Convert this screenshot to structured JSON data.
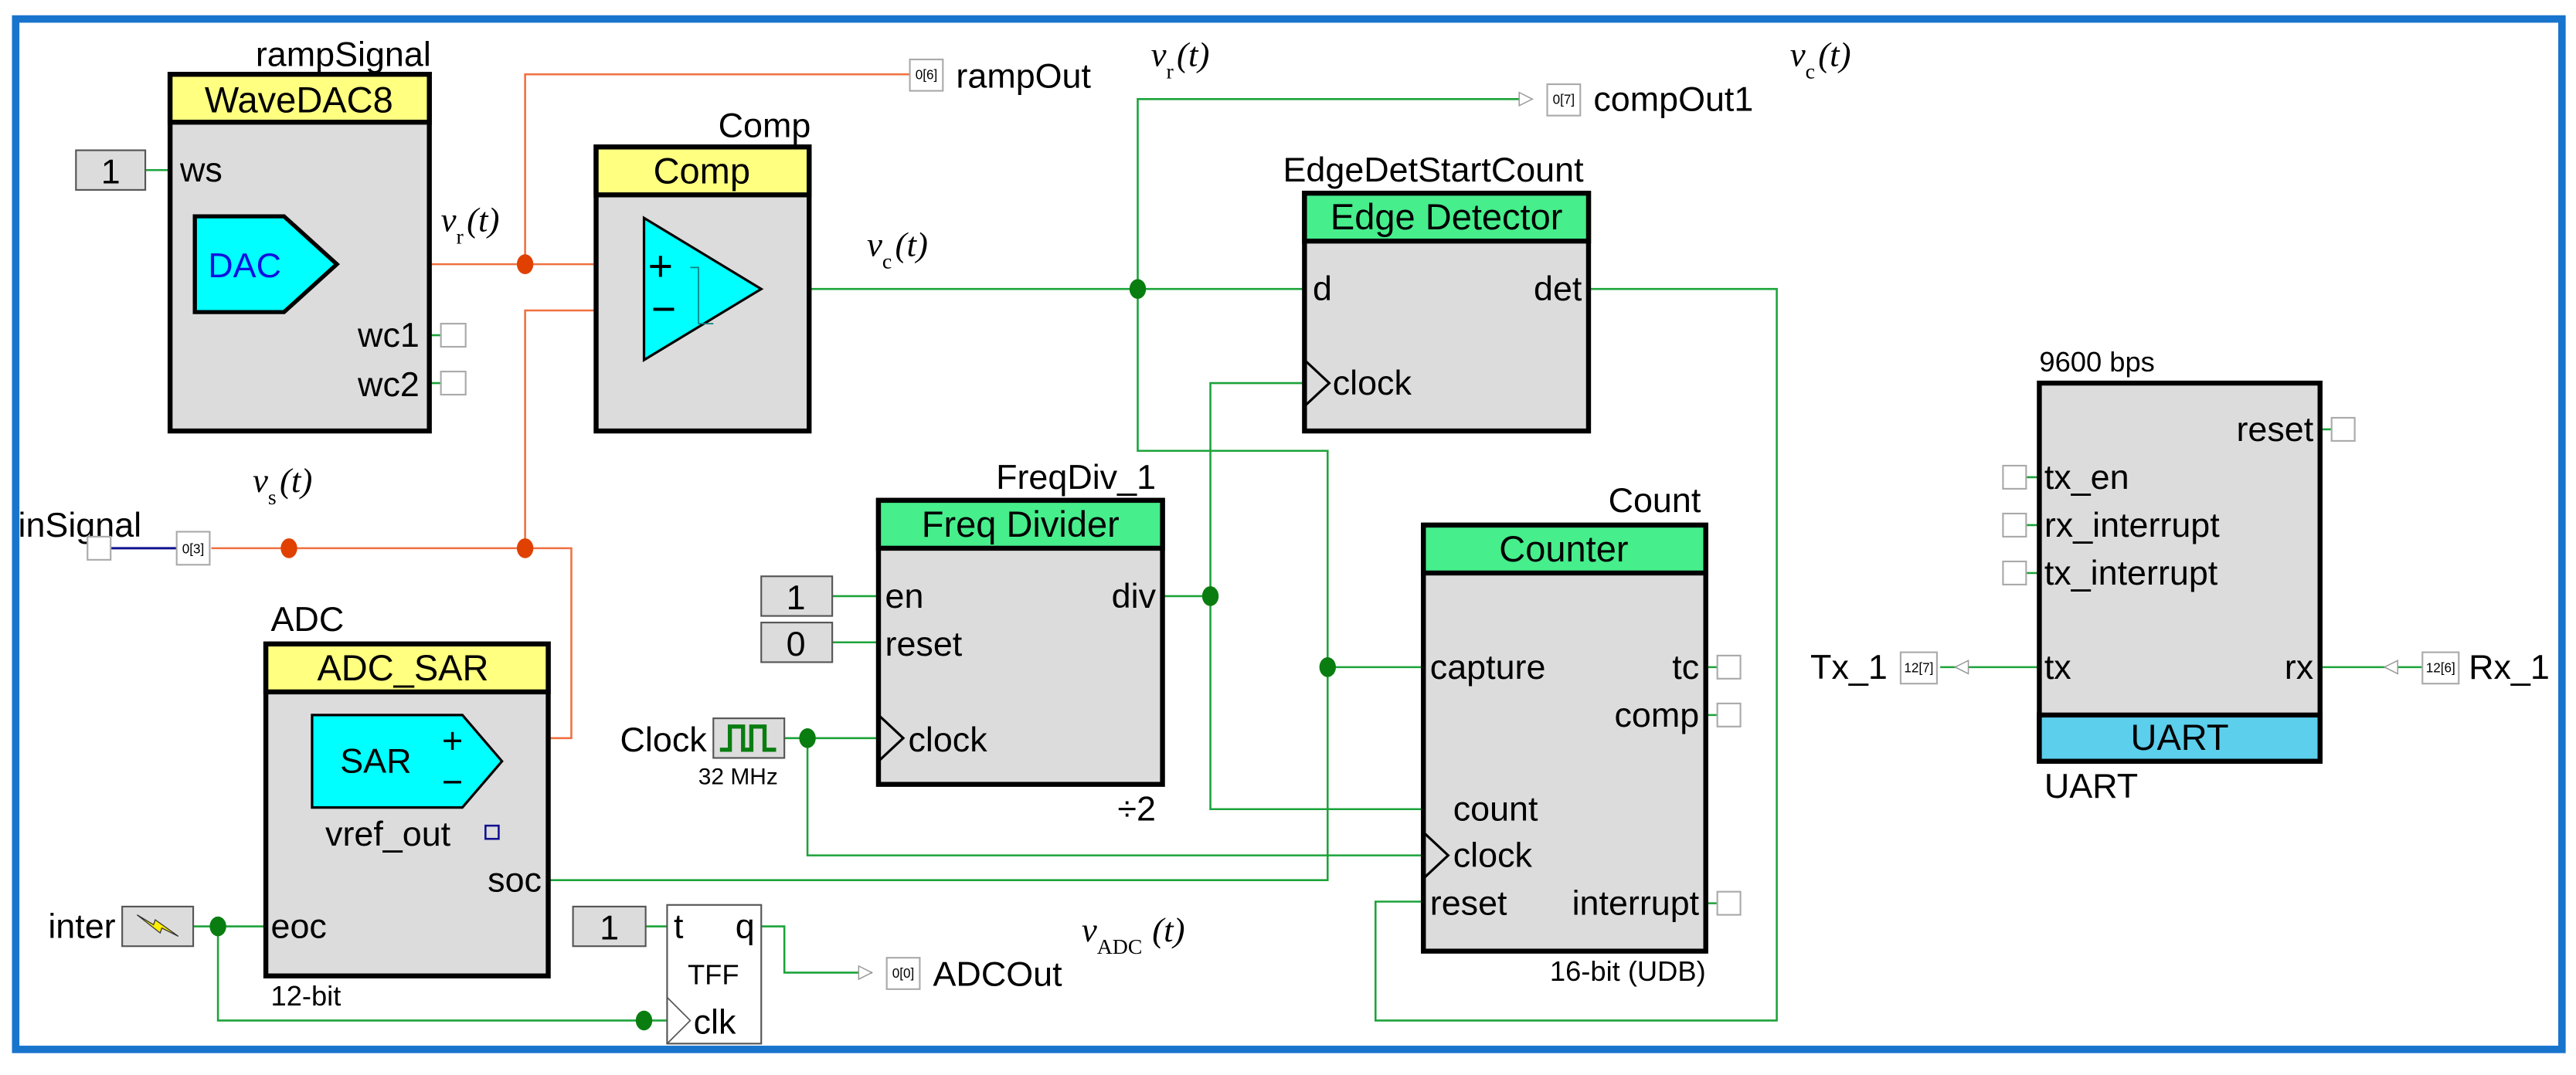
{
  "frame": {
    "border_color": "#1874cd"
  },
  "colors": {
    "wire_digital": "#1ca33a",
    "wire_analog": "#f07040",
    "wire_internal": "#101090",
    "analog_fill": "#00ffff",
    "header_analog": "#ffff80",
    "header_digital": "#46ee8c",
    "header_comm": "#5bcfec",
    "block_body": "#dcdcdc"
  },
  "wavedac": {
    "instance": "rampSignal",
    "type": "WaveDAC8",
    "core": "DAC",
    "pins": {
      "ws": "ws",
      "wc1": "wc1",
      "wc2": "wc2"
    },
    "ws_const": "1"
  },
  "comp": {
    "instance": "Comp",
    "type": "Comp",
    "plus": "+",
    "minus": "−"
  },
  "edge": {
    "instance": "EdgeDetStartCount",
    "type": "Edge Detector",
    "pins": {
      "d": "d",
      "det": "det",
      "clock": "clock"
    }
  },
  "freqdiv": {
    "instance": "FreqDiv_1",
    "type": "Freq Divider",
    "pins": {
      "en": "en",
      "reset": "reset",
      "div": "div",
      "clock": "clock"
    },
    "en_const": "1",
    "reset_const": "0",
    "footer": "÷2"
  },
  "counter": {
    "instance": "Count",
    "type": "Counter",
    "pins": {
      "capture": "capture",
      "tc": "tc",
      "comp": "comp",
      "count": "count",
      "clock": "clock",
      "reset": "reset",
      "interrupt": "interrupt"
    },
    "footer": "16-bit (UDB)"
  },
  "adc": {
    "instance": "ADC",
    "type": "ADC_SAR",
    "core": "SAR",
    "plus": "+",
    "minus": "−",
    "pins": {
      "vref_out": "vref_out",
      "soc": "soc",
      "eoc": "eoc"
    },
    "footer": "12-bit"
  },
  "uart": {
    "instance": "UART",
    "type": "UART",
    "header_label": "9600 bps",
    "pins": {
      "reset": "reset",
      "tx_en": "tx_en",
      "rx_interrupt": "rx_interrupt",
      "tx_interrupt": "tx_interrupt",
      "tx": "tx",
      "rx": "rx"
    }
  },
  "tff": {
    "type": "TFF",
    "pins": {
      "t": "t",
      "q": "q",
      "clk": "clk"
    },
    "t_const": "1"
  },
  "clock": {
    "name": "Clock",
    "freq": "32 MHz"
  },
  "isr": {
    "name": "inter"
  },
  "pins_io": {
    "rampOut": {
      "name": "rampOut",
      "port": "0[6]"
    },
    "compOut1": {
      "name": "compOut1",
      "port": "0[7]"
    },
    "inSignal": {
      "name": "inSignal",
      "port": "0[3]"
    },
    "ADCOut": {
      "name": "ADCOut",
      "port": "0[0]"
    },
    "Tx_1": {
      "name": "Tx_1",
      "port": "12[7]"
    },
    "Rx_1": {
      "name": "Rx_1",
      "port": "12[6]"
    }
  },
  "signals": {
    "vr_main": "v",
    "vr_sub": "r",
    "vc_sub": "c",
    "vs_sub": "s",
    "vadc_sub": "ADC",
    "t_arg": "(t)"
  }
}
